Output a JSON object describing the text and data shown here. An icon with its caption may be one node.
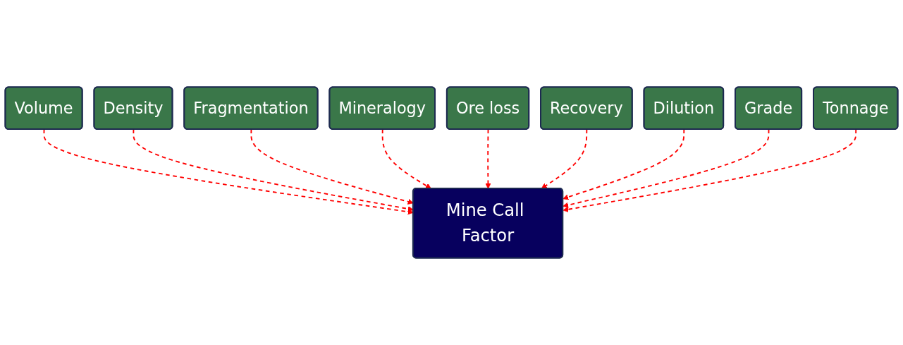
{
  "diagram": {
    "nodes": [
      {
        "text": [
          "Volume"
        ]
      },
      {
        "text": [
          "Density"
        ]
      },
      {
        "text": [
          "Fragmentation"
        ]
      },
      {
        "text": [
          "Mineralogy"
        ]
      },
      {
        "text": [
          "Mine Call Factor"
        ]
      },
      {
        "text": [
          "Ore loss"
        ]
      },
      {
        "text": [
          "Recovery"
        ]
      },
      {
        "text": [
          "Dilution"
        ]
      },
      {
        "text": [
          "Grade"
        ]
      },
      {
        "text": [
          "Tonnage"
        ]
      }
    ],
    "edges": [
      {
        "from": 0,
        "to": 4,
        "arrow": "to",
        "style": "dashed",
        "color": "#ff0000"
      },
      {
        "from": 1,
        "to": 4,
        "arrow": "to",
        "style": "dashed",
        "color": "#ff0000"
      },
      {
        "from": 2,
        "to": 4,
        "arrow": "to",
        "style": "dashed",
        "color": "#ff0000"
      },
      {
        "from": 3,
        "to": 4,
        "arrow": "to",
        "style": "dashed",
        "color": "#ff0000"
      },
      {
        "from": 5,
        "to": 4,
        "arrow": "to",
        "style": "dashed",
        "color": "#ff0000"
      },
      {
        "from": 6,
        "to": 4,
        "arrow": "to",
        "style": "dashed",
        "color": "#ff0000"
      },
      {
        "from": 7,
        "to": 4,
        "arrow": "to",
        "style": "dashed",
        "color": "#ff0000"
      },
      {
        "from": 8,
        "to": 4,
        "arrow": "to",
        "style": "dashed",
        "color": "#ff0000"
      },
      {
        "from": 9,
        "to": 4,
        "arrow": "to",
        "style": "dashed",
        "color": "#ff0000"
      }
    ]
  }
}
